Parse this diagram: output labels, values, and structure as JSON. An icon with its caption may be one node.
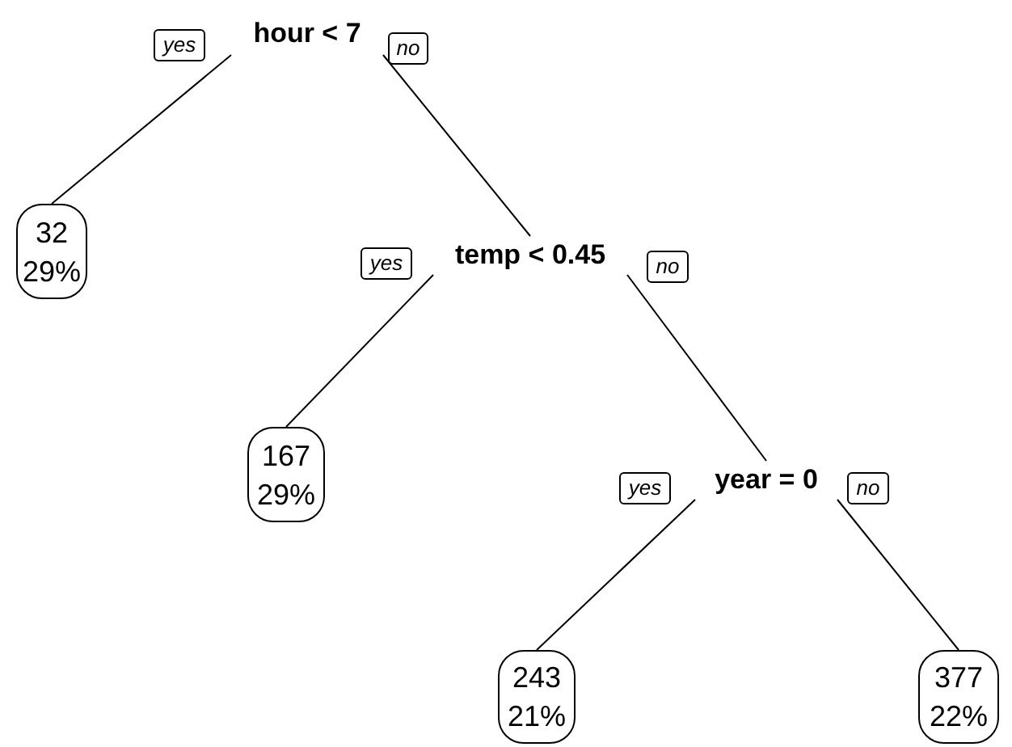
{
  "diagram": {
    "nodes": [
      {
        "text": [
          "hour < 7"
        ]
      },
      {
        "text": [
          "yes"
        ]
      },
      {
        "text": [
          "no"
        ]
      },
      {
        "text": [
          "32 29%"
        ]
      },
      {
        "text": [
          "temp < 0.45"
        ]
      },
      {
        "text": [
          "yes"
        ]
      },
      {
        "text": [
          "no"
        ]
      },
      {
        "text": [
          "167 29%"
        ]
      },
      {
        "text": [
          "year = 0"
        ]
      },
      {
        "text": [
          "yes"
        ]
      },
      {
        "text": [
          "no"
        ]
      },
      {
        "text": [
          "243 21%"
        ]
      },
      {
        "text": [
          "377 22%"
        ]
      }
    ],
    "edges": [
      {
        "from": 0,
        "to": 3,
        "arrow": "none"
      },
      {
        "from": 0,
        "to": 4,
        "arrow": "none"
      },
      {
        "from": 4,
        "to": 7,
        "arrow": "none"
      },
      {
        "from": 4,
        "to": 8,
        "arrow": "none"
      },
      {
        "from": 8,
        "to": 11,
        "arrow": "none"
      },
      {
        "from": 8,
        "to": 12,
        "arrow": "none"
      }
    ]
  }
}
